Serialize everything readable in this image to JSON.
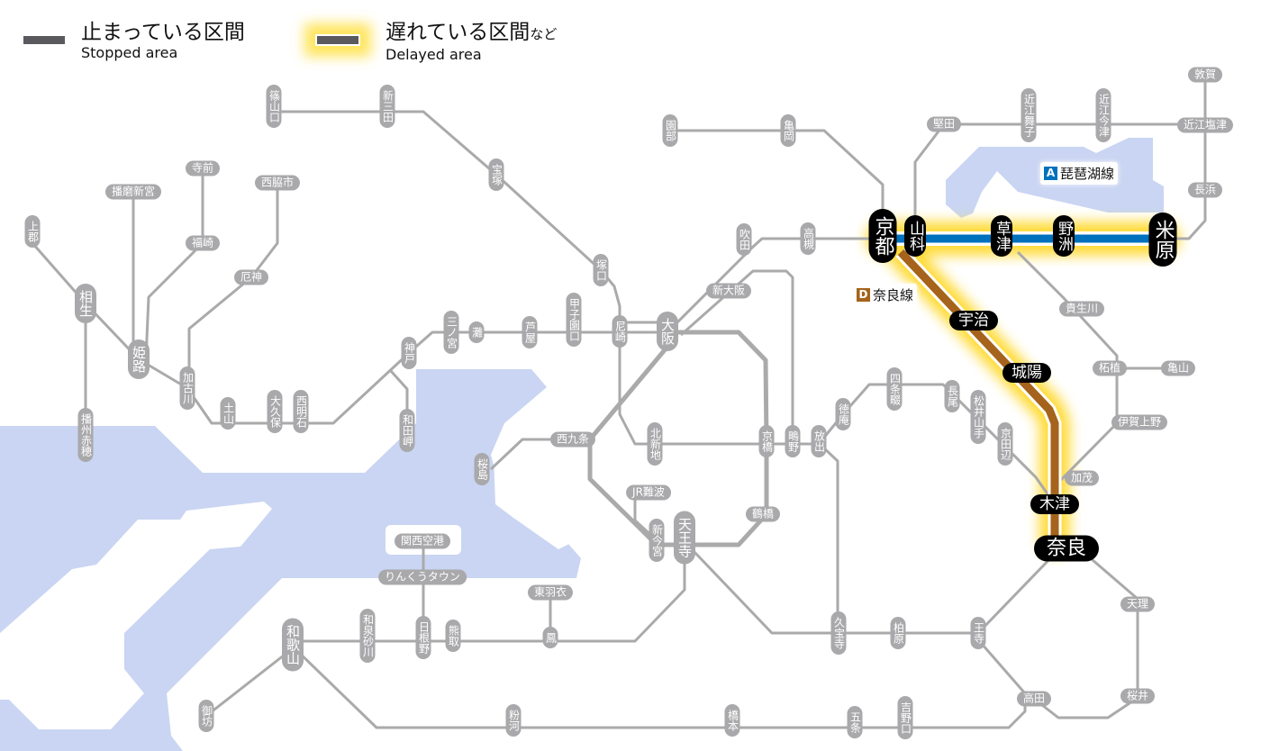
{
  "legend": {
    "stopped": {
      "label_jp": "止まっている区間",
      "label_en": "Stopped area"
    },
    "delayed": {
      "label_jp": "遅れている区間",
      "label_jp_suffix": "など",
      "label_en": "Delayed area"
    }
  },
  "lines": [
    {
      "code": "A",
      "name": "琵琶湖線",
      "color": "#0071bc",
      "status": "delayed"
    },
    {
      "code": "D",
      "name": "奈良線",
      "color": "#a5631b",
      "status": "delayed"
    }
  ],
  "colors": {
    "track": "#aaaaaa",
    "sea": "#c9d5f2",
    "glow": "#ffd92e",
    "station": "#a9a8ab",
    "delayed_station": "#000000"
  },
  "stations": [
    {
      "name": "篠山口",
      "status": "normal"
    },
    {
      "name": "新三田",
      "status": "normal"
    },
    {
      "name": "宝塚",
      "status": "normal"
    },
    {
      "name": "塚口",
      "status": "normal"
    },
    {
      "name": "尼崎",
      "status": "normal"
    },
    {
      "name": "大阪",
      "status": "normal"
    },
    {
      "name": "新大阪",
      "status": "normal"
    },
    {
      "name": "吹田",
      "status": "normal"
    },
    {
      "name": "高槻",
      "status": "normal"
    },
    {
      "name": "園部",
      "status": "normal"
    },
    {
      "name": "亀岡",
      "status": "normal"
    },
    {
      "name": "京都",
      "status": "delayed"
    },
    {
      "name": "山科",
      "status": "delayed"
    },
    {
      "name": "草津",
      "status": "delayed"
    },
    {
      "name": "野洲",
      "status": "delayed"
    },
    {
      "name": "米原",
      "status": "delayed"
    },
    {
      "name": "堅田",
      "status": "normal"
    },
    {
      "name": "近江舞子",
      "status": "normal"
    },
    {
      "name": "近江今津",
      "status": "normal"
    },
    {
      "name": "近江塩津",
      "status": "normal"
    },
    {
      "name": "敦賀",
      "status": "normal"
    },
    {
      "name": "長浜",
      "status": "normal"
    },
    {
      "name": "貴生川",
      "status": "normal"
    },
    {
      "name": "柘植",
      "status": "normal"
    },
    {
      "name": "亀山",
      "status": "normal"
    },
    {
      "name": "伊賀上野",
      "status": "normal"
    },
    {
      "name": "加茂",
      "status": "normal"
    },
    {
      "name": "宇治",
      "status": "delayed"
    },
    {
      "name": "城陽",
      "status": "delayed"
    },
    {
      "name": "木津",
      "status": "delayed"
    },
    {
      "name": "奈良",
      "status": "delayed"
    },
    {
      "name": "天理",
      "status": "normal"
    },
    {
      "name": "桜井",
      "status": "normal"
    },
    {
      "name": "高田",
      "status": "normal"
    },
    {
      "name": "王寺",
      "status": "normal"
    },
    {
      "name": "柏原",
      "status": "normal"
    },
    {
      "name": "久宝寺",
      "status": "normal"
    },
    {
      "name": "五条",
      "status": "normal"
    },
    {
      "name": "吉野口",
      "status": "normal"
    },
    {
      "name": "橋本",
      "status": "normal"
    },
    {
      "name": "粉河",
      "status": "normal"
    },
    {
      "name": "和歌山",
      "status": "normal"
    },
    {
      "name": "御坊",
      "status": "normal"
    },
    {
      "name": "和泉砂川",
      "status": "normal"
    },
    {
      "name": "日根野",
      "status": "normal"
    },
    {
      "name": "熊取",
      "status": "normal"
    },
    {
      "name": "鳳",
      "status": "normal"
    },
    {
      "name": "東羽衣",
      "status": "normal"
    },
    {
      "name": "りんくうタウン",
      "status": "normal"
    },
    {
      "name": "関西空港",
      "status": "normal"
    },
    {
      "name": "天王寺",
      "status": "normal"
    },
    {
      "name": "新今宮",
      "status": "normal"
    },
    {
      "name": "JR難波",
      "status": "normal"
    },
    {
      "name": "鶴橋",
      "status": "normal"
    },
    {
      "name": "京橋",
      "status": "normal"
    },
    {
      "name": "鴫野",
      "status": "normal"
    },
    {
      "name": "放出",
      "status": "normal"
    },
    {
      "name": "徳庵",
      "status": "normal"
    },
    {
      "name": "四条畷",
      "status": "normal"
    },
    {
      "name": "長尾",
      "status": "normal"
    },
    {
      "name": "松井山手",
      "status": "normal"
    },
    {
      "name": "京田辺",
      "status": "normal"
    },
    {
      "name": "北新地",
      "status": "normal"
    },
    {
      "name": "西九条",
      "status": "normal"
    },
    {
      "name": "桜島",
      "status": "normal"
    },
    {
      "name": "甲子園口",
      "status": "normal"
    },
    {
      "name": "芦屋",
      "status": "normal"
    },
    {
      "name": "灘",
      "status": "normal"
    },
    {
      "name": "三ノ宮",
      "status": "normal"
    },
    {
      "name": "神戸",
      "status": "normal"
    },
    {
      "name": "和田岬",
      "status": "normal"
    },
    {
      "name": "西明石",
      "status": "normal"
    },
    {
      "name": "大久保",
      "status": "normal"
    },
    {
      "name": "土山",
      "status": "normal"
    },
    {
      "name": "加古川",
      "status": "normal"
    },
    {
      "name": "厄神",
      "status": "normal"
    },
    {
      "name": "西脇市",
      "status": "normal"
    },
    {
      "name": "姫路",
      "status": "normal"
    },
    {
      "name": "福崎",
      "status": "normal"
    },
    {
      "name": "寺前",
      "status": "normal"
    },
    {
      "name": "播磨新宮",
      "status": "normal"
    },
    {
      "name": "上郡",
      "status": "normal"
    },
    {
      "name": "相生",
      "status": "normal"
    },
    {
      "name": "播州赤穂",
      "status": "normal"
    }
  ]
}
